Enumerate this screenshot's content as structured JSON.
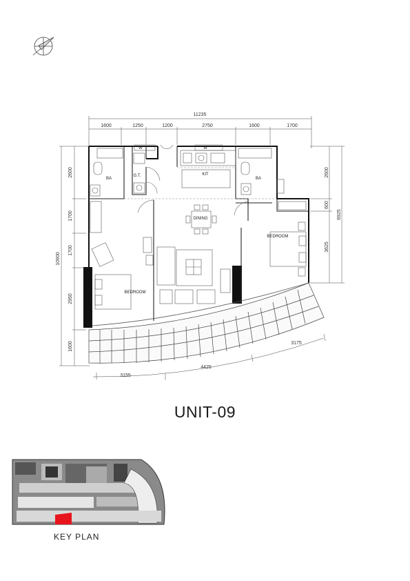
{
  "unit": {
    "title": "UNIT-09"
  },
  "key_plan": {
    "label": "KEY PLAN"
  },
  "dimensions": {
    "overall_width": "11235",
    "top_segments": [
      "1600",
      "1250",
      "1200",
      "2750",
      "1600",
      "1700"
    ],
    "overall_height": "10900",
    "left_segments": [
      "2600",
      "1700",
      "1700",
      "2950",
      "1600"
    ],
    "right_segments": [
      "2600",
      "600",
      "3625"
    ],
    "right_overall": "6925",
    "bottom_segments": [
      "3155",
      "4425",
      "3175"
    ]
  },
  "rooms": {
    "ba_left": "BA",
    "gt": "G.T.",
    "w_left": "W",
    "w_right": "W",
    "kit": "KIT",
    "ba_right": "BA",
    "dining": "DINING",
    "bedroom_right": "BEDROOM",
    "bedroom_left": "BEDROOM"
  },
  "colors": {
    "highlight": "#e8141c",
    "wall": "#111111",
    "line": "#555555"
  }
}
